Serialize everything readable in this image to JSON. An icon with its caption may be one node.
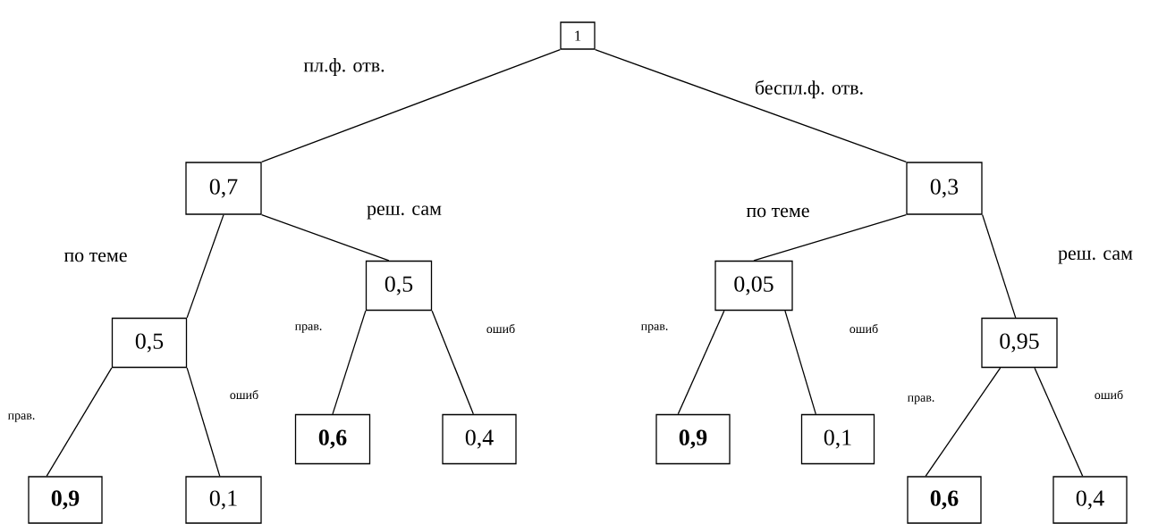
{
  "diagram": {
    "nodes": [
      {
        "text": [
          "1"
        ]
      },
      {
        "text": [
          "0,7"
        ]
      },
      {
        "text": [
          "0,3"
        ]
      },
      {
        "text": [
          "0,5"
        ]
      },
      {
        "text": [
          "0,5"
        ]
      },
      {
        "text": [
          "0,05"
        ]
      },
      {
        "text": [
          "0,95"
        ]
      },
      {
        "text": [
          "0,9"
        ]
      },
      {
        "text": [
          "0,1"
        ]
      },
      {
        "text": [
          "0,6"
        ]
      },
      {
        "text": [
          "0,4"
        ]
      },
      {
        "text": [
          "0,9"
        ]
      },
      {
        "text": [
          "0,1"
        ]
      },
      {
        "text": [
          "0,6"
        ]
      },
      {
        "text": [
          "0,4"
        ]
      }
    ],
    "edges": [
      {
        "from": 0,
        "to": 1,
        "arrow": "none",
        "label": "пл.ф. отв."
      },
      {
        "from": 0,
        "to": 2,
        "arrow": "none",
        "label": "беспл.ф. отв."
      },
      {
        "from": 1,
        "to": 3,
        "arrow": "none",
        "label": "по теме"
      },
      {
        "from": 1,
        "to": 4,
        "arrow": "none",
        "label": "реш. сам"
      },
      {
        "from": 2,
        "to": 5,
        "arrow": "none",
        "label": "по теме"
      },
      {
        "from": 2,
        "to": 6,
        "arrow": "none",
        "label": "реш. сам"
      },
      {
        "from": 3,
        "to": 7,
        "arrow": "none",
        "label": "прав."
      },
      {
        "from": 3,
        "to": 8,
        "arrow": "none",
        "label": "ошиб"
      },
      {
        "from": 4,
        "to": 9,
        "arrow": "none",
        "label": "прав."
      },
      {
        "from": 4,
        "to": 10,
        "arrow": "none",
        "label": "ошиб"
      },
      {
        "from": 5,
        "to": 11,
        "arrow": "none",
        "label": "прав."
      },
      {
        "from": 5,
        "to": 12,
        "arrow": "none",
        "label": "ошиб"
      },
      {
        "from": 6,
        "to": 13,
        "arrow": "none",
        "label": "прав."
      },
      {
        "from": 6,
        "to": 14,
        "arrow": "none",
        "label": "ошиб"
      }
    ]
  }
}
